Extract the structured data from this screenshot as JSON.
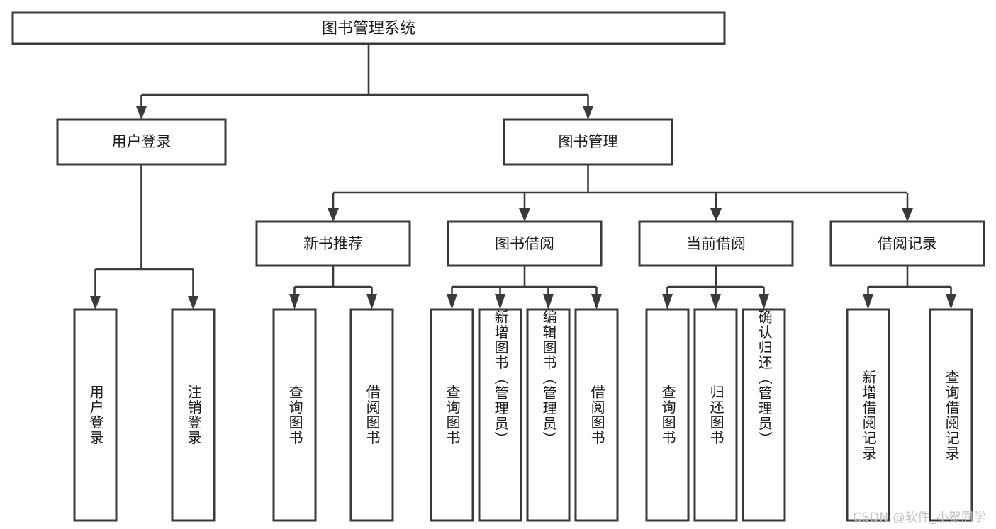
{
  "diagram": {
    "type": "tree",
    "title": "图书管理系统",
    "orientation": "top-down",
    "colors": {
      "background": "#ffffff",
      "box_fill": "#ffffff",
      "box_stroke": "#3a3a3a",
      "connector": "#3a3a3a",
      "text": "#1b1b1b",
      "watermark": "#c3c3c3"
    }
  },
  "root": {
    "label": "图书管理系统"
  },
  "level2": [
    {
      "label": "用户登录"
    },
    {
      "label": "图书管理"
    }
  ],
  "level3": [
    {
      "label": "新书推荐"
    },
    {
      "label": "图书借阅"
    },
    {
      "label": "当前借阅"
    },
    {
      "label": "借阅记录"
    }
  ],
  "leaves": {
    "user_login": [
      {
        "label": "用户登录"
      },
      {
        "label": "注销登录"
      }
    ],
    "new_book_recommend": [
      {
        "label": "查询图书"
      },
      {
        "label": "借阅图书"
      }
    ],
    "book_borrow": [
      {
        "label": "查询图书"
      },
      {
        "label": "新增图书（管理员）"
      },
      {
        "label": "编辑图书（管理员）"
      },
      {
        "label": "借阅图书"
      }
    ],
    "current_borrow": [
      {
        "label": "查询图书"
      },
      {
        "label": "归还图书"
      },
      {
        "label": "确认归还（管理员）"
      }
    ],
    "borrow_record": [
      {
        "label": "新增借阅记录"
      },
      {
        "label": "查询借阅记录"
      }
    ]
  },
  "watermark": {
    "text": "CSDN @软件_小贺同学"
  }
}
